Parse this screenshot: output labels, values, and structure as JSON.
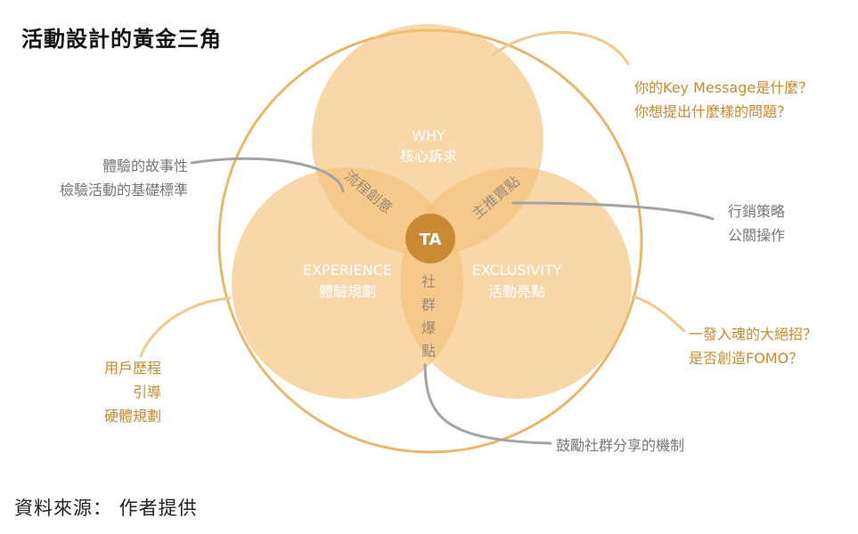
{
  "title": "活動設計的黃金三角",
  "source": "資料來源： 作者提供",
  "circles": {
    "why": {
      "label": "WHY",
      "sub": "核心訴求"
    },
    "experience": {
      "label": "EXPERIENCE",
      "sub": "體驗規劃"
    },
    "exclusivity": {
      "label": "EXCLUSIVITY",
      "sub": "活動亮點"
    },
    "center": "TA"
  },
  "overlaps": {
    "left": "流程創意",
    "right": "主推賣點",
    "bottom": [
      "社",
      "群",
      "爆",
      "點"
    ]
  },
  "notes": {
    "key_message": [
      "你的Key Message是什麼？",
      "你想提出什麼樣的問題？"
    ],
    "story": [
      "體驗的故事性",
      "檢驗活動的基礎標準"
    ],
    "marketing": [
      "行銷策略",
      "公關操作"
    ],
    "fomo": [
      "一發入魂的大絕招？",
      "是否創造FOMO？"
    ],
    "journey": [
      "用戶歷程",
      "引導",
      "硬體規劃"
    ],
    "social": "鼓勵社群分享的機制"
  },
  "colors": {
    "accent": "#c78a2e",
    "circle_fill": "#f5c27a",
    "center_fill": "#c98a35",
    "outer_ring": "#e6b86e",
    "gray_line": "#a3a3a3",
    "gray_text": "#777777"
  }
}
